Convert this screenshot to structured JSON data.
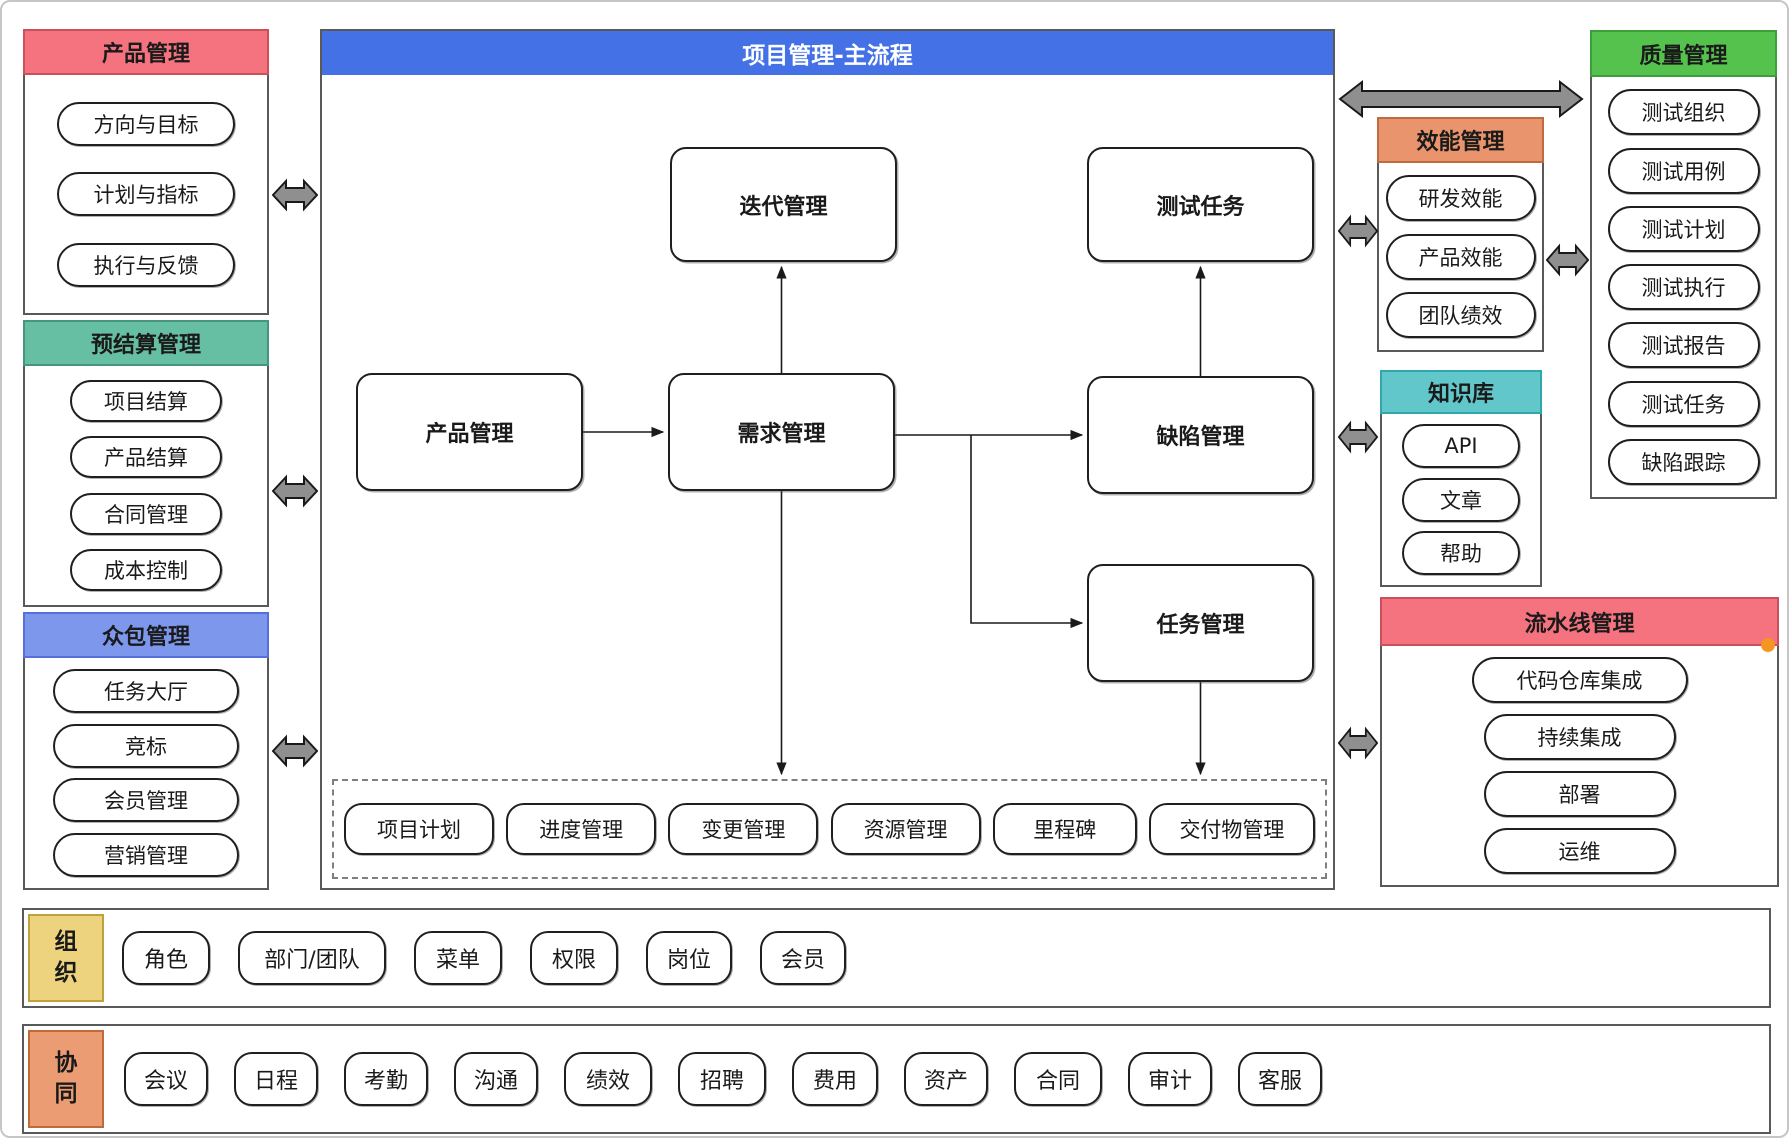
{
  "product_management": {
    "title": "产品管理",
    "items": [
      "方向与目标",
      "计划与指标",
      "执行与反馈"
    ]
  },
  "budget_management": {
    "title": "预结算管理",
    "items": [
      "项目结算",
      "产品结算",
      "合同管理",
      "成本控制"
    ]
  },
  "crowdsourcing_management": {
    "title": "众包管理",
    "items": [
      "任务大厅",
      "竞标",
      "会员管理",
      "营销管理"
    ]
  },
  "main_process": {
    "title": "项目管理-主流程",
    "nodes": {
      "iteration": "迭代管理",
      "test_task": "测试任务",
      "product": "产品管理",
      "requirement": "需求管理",
      "defect": "缺陷管理",
      "task": "任务管理"
    },
    "sub_items": [
      "项目计划",
      "进度管理",
      "变更管理",
      "资源管理",
      "里程碑",
      "交付物管理"
    ]
  },
  "efficiency_management": {
    "title": "效能管理",
    "items": [
      "研发效能",
      "产品效能",
      "团队绩效"
    ]
  },
  "knowledge_base": {
    "title": "知识库",
    "items": [
      "API",
      "文章",
      "帮助"
    ]
  },
  "quality_management": {
    "title": "质量管理",
    "items": [
      "测试组织",
      "测试用例",
      "测试计划",
      "测试执行",
      "测试报告",
      "测试任务",
      "缺陷跟踪"
    ]
  },
  "pipeline_management": {
    "title": "流水线管理",
    "items": [
      "代码仓库集成",
      "持续集成",
      "部署",
      "运维"
    ]
  },
  "organization": {
    "title": "组织",
    "items": [
      "角色",
      "部门/团队",
      "菜单",
      "权限",
      "岗位",
      "会员"
    ]
  },
  "collaboration": {
    "title": "协同",
    "items": [
      "会议",
      "日程",
      "考勤",
      "沟通",
      "绩效",
      "招聘",
      "费用",
      "资产",
      "合同",
      "审计",
      "客服"
    ]
  },
  "icons": {
    "bidirectional_arrow_icon": "⬌ gray double-headed arrow",
    "connector_dot_icon": "● orange dot"
  },
  "palette": {
    "header_red": "#F4737E",
    "header_teal_green": "#66BFA3",
    "header_periwinkle": "#7D97ED",
    "main_header_blue": "#4472E6",
    "header_orange": "#E9946C",
    "header_teal": "#62C7CB",
    "header_green": "#55C24E",
    "header_pipeline_red": "#F4737E",
    "org_label_yellow": "#EDD37E",
    "collab_label_orange": "#EC9C73",
    "arrow_gray": "#8F8F8F",
    "dot_orange": "#F59622"
  }
}
